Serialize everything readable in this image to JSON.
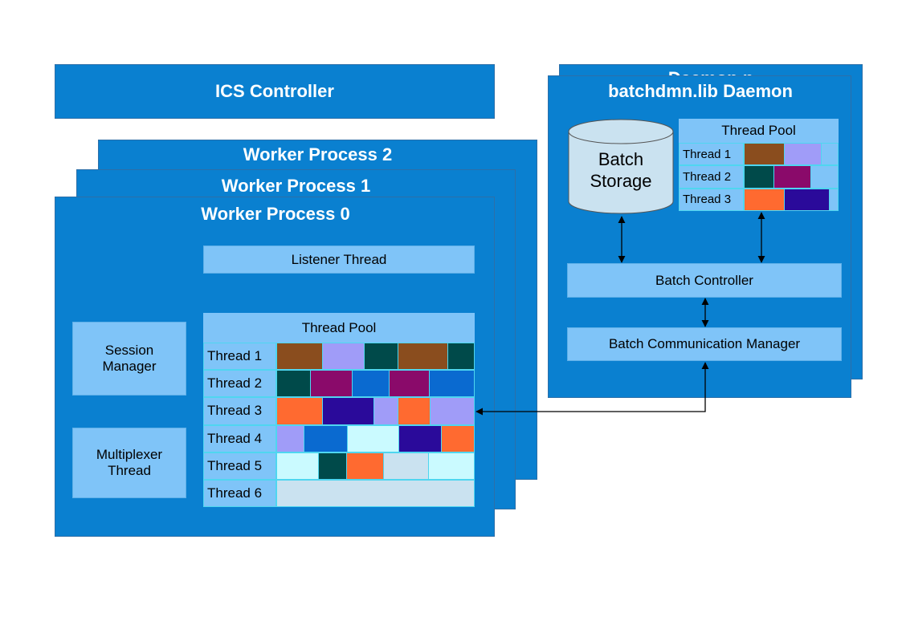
{
  "ics_controller": {
    "title": "ICS Controller"
  },
  "workers": {
    "wp2_title": "Worker Process 2",
    "wp1_title": "Worker Process 1",
    "wp0_title": "Worker Process 0",
    "listener_thread": "Listener Thread",
    "session_manager": "Session Manager",
    "multiplexer_thread": "Multiplexer Thread",
    "thread_pool": {
      "title": "Thread Pool",
      "threads": [
        {
          "label": "Thread 1",
          "segments": [
            "#8a4d1e",
            "#a09cf8",
            "#004a4a",
            "#8a4d1e",
            "#004a4a"
          ]
        },
        {
          "label": "Thread 2",
          "segments": [
            "#004a4a",
            "#8a0a6a",
            "#0a6ad0",
            "#8a0a6a",
            "#0a6ad0"
          ]
        },
        {
          "label": "Thread 3",
          "segments": [
            "#ff6a30",
            "#2a0a9a",
            "#a09cf8",
            "#ff6a30",
            "#a09cf8"
          ]
        },
        {
          "label": "Thread 4",
          "segments": [
            "#a09cf8",
            "#0a6ad0",
            "#cafaff",
            "#2a0a9a",
            "#ff6a30"
          ]
        },
        {
          "label": "Thread 5",
          "segments": [
            "#cafaff",
            "#004a4a",
            "#ff6a30",
            "#cae2f0",
            "#cafaff"
          ]
        },
        {
          "label": "Thread 6",
          "segments": [
            "#cae2f0"
          ]
        }
      ]
    }
  },
  "daemon": {
    "back_title": "Daemon n",
    "title": "batchdmn.lib Daemon",
    "storage": {
      "line1": "Batch",
      "line2": "Storage"
    },
    "thread_pool": {
      "title": "Thread Pool",
      "threads": [
        {
          "label": "Thread 1",
          "segments": [
            "#8a4d1e",
            "#a09cf8",
            "#7fc4f8"
          ]
        },
        {
          "label": "Thread 2",
          "segments": [
            "#004a4a",
            "#8a0a6a",
            "#7fc4f8"
          ]
        },
        {
          "label": "Thread 3",
          "segments": [
            "#ff6a30",
            "#2a0a9a",
            "#7fc4f8"
          ]
        }
      ]
    },
    "batch_controller": "Batch Controller",
    "batch_comm_manager": "Batch Communication Manager"
  }
}
